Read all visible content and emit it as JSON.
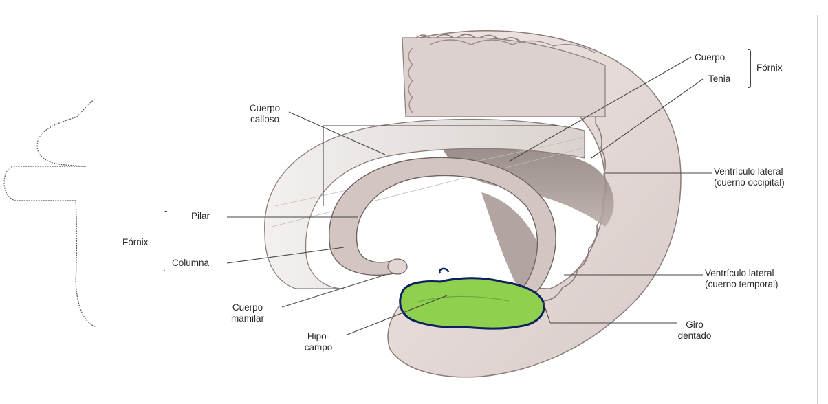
{
  "labels": {
    "cuerpo_calloso_1": "Cuerpo",
    "cuerpo_calloso_2": "calloso",
    "pilar": "Pilar",
    "fornix_left": "Fórnix",
    "columna": "Columna",
    "cuerpo_mamilar_1": "Cuerpo",
    "cuerpo_mamilar_2": "mamilar",
    "hipocampo_1": "Hipo-",
    "hipocampo_2": "campo",
    "cuerpo_fornix": "Cuerpo",
    "tenia": "Tenia",
    "fornix_right": "Fórnix",
    "ventriculo_occipital_1": "Ventrículo lateral",
    "ventriculo_occipital_2": "(cuerno occipital)",
    "ventriculo_temporal_1": "Ventrículo lateral",
    "ventriculo_temporal_2": "(cuerno temporal)",
    "giro_dentado_1": "Giro",
    "giro_dentado_2": "dentado"
  },
  "colors": {
    "brain_tissue": "#e9dfdd",
    "brain_shadow": "#b5a7a4",
    "brain_dark": "#7d706d",
    "hippocampus_fill": "#8fd14f",
    "hippocampus_outline": "#0c1f5e",
    "leader_line": "#444444"
  }
}
